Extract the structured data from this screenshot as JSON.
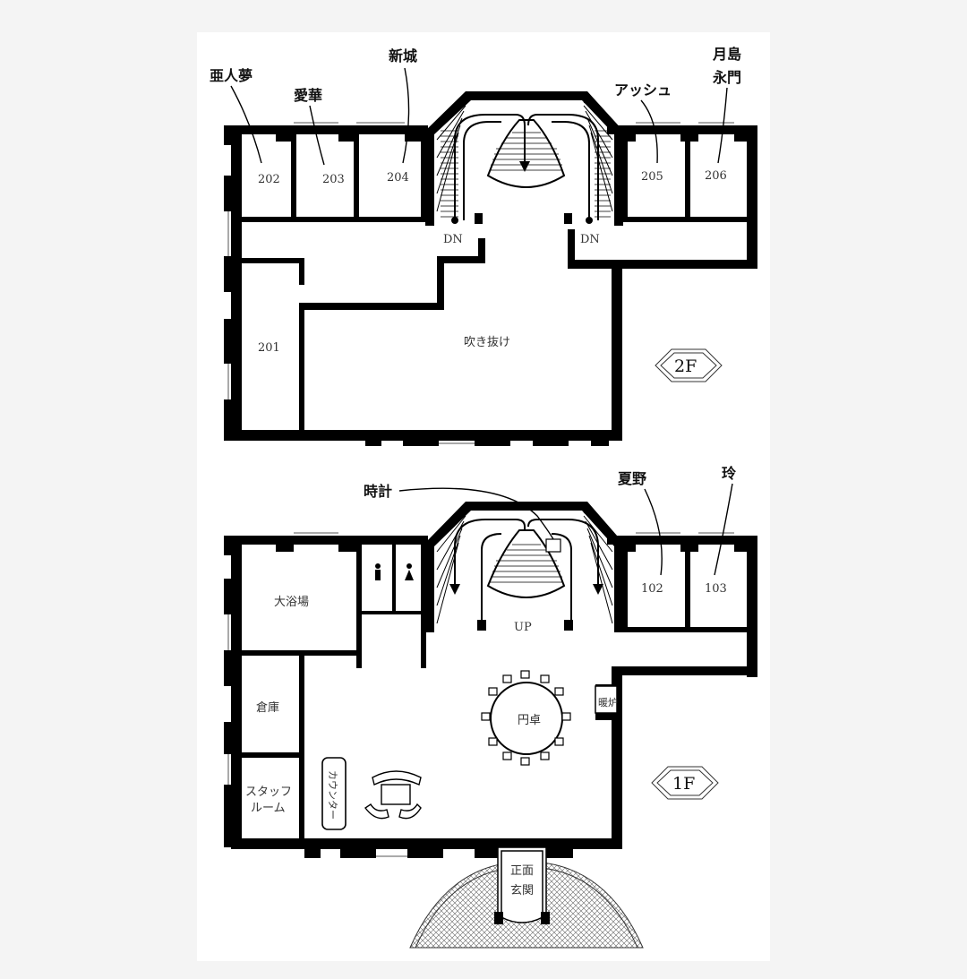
{
  "floor2": {
    "badge": "2F",
    "rooms": {
      "r201": "201",
      "r202": "202",
      "r203": "203",
      "r204": "204",
      "r205": "205",
      "r206": "206"
    },
    "void": "吹き抜け",
    "dn_left": "DN",
    "dn_right": "DN",
    "occupants": {
      "r202": "亜人夢",
      "r203": "愛華",
      "r204": "新城",
      "r205": "アッシュ",
      "r206_line1": "月島",
      "r206_line2": "永門"
    }
  },
  "floor1": {
    "badge": "1F",
    "rooms": {
      "r102": "102",
      "r103": "103"
    },
    "bath": "大浴場",
    "storage": "倉庫",
    "staff_line1": "スタッフ",
    "staff_line2": "ルーム",
    "counter": "カウンター",
    "round_table": "円卓",
    "fireplace": "暖炉",
    "up": "UP",
    "entrance_line1": "正面",
    "entrance_line2": "玄関",
    "clock": "時計",
    "occupants": {
      "r102": "夏野",
      "r103": "玲"
    }
  },
  "colors": {
    "wall": "#000000",
    "paper": "#ffffff",
    "background": "#f4f4f4"
  }
}
